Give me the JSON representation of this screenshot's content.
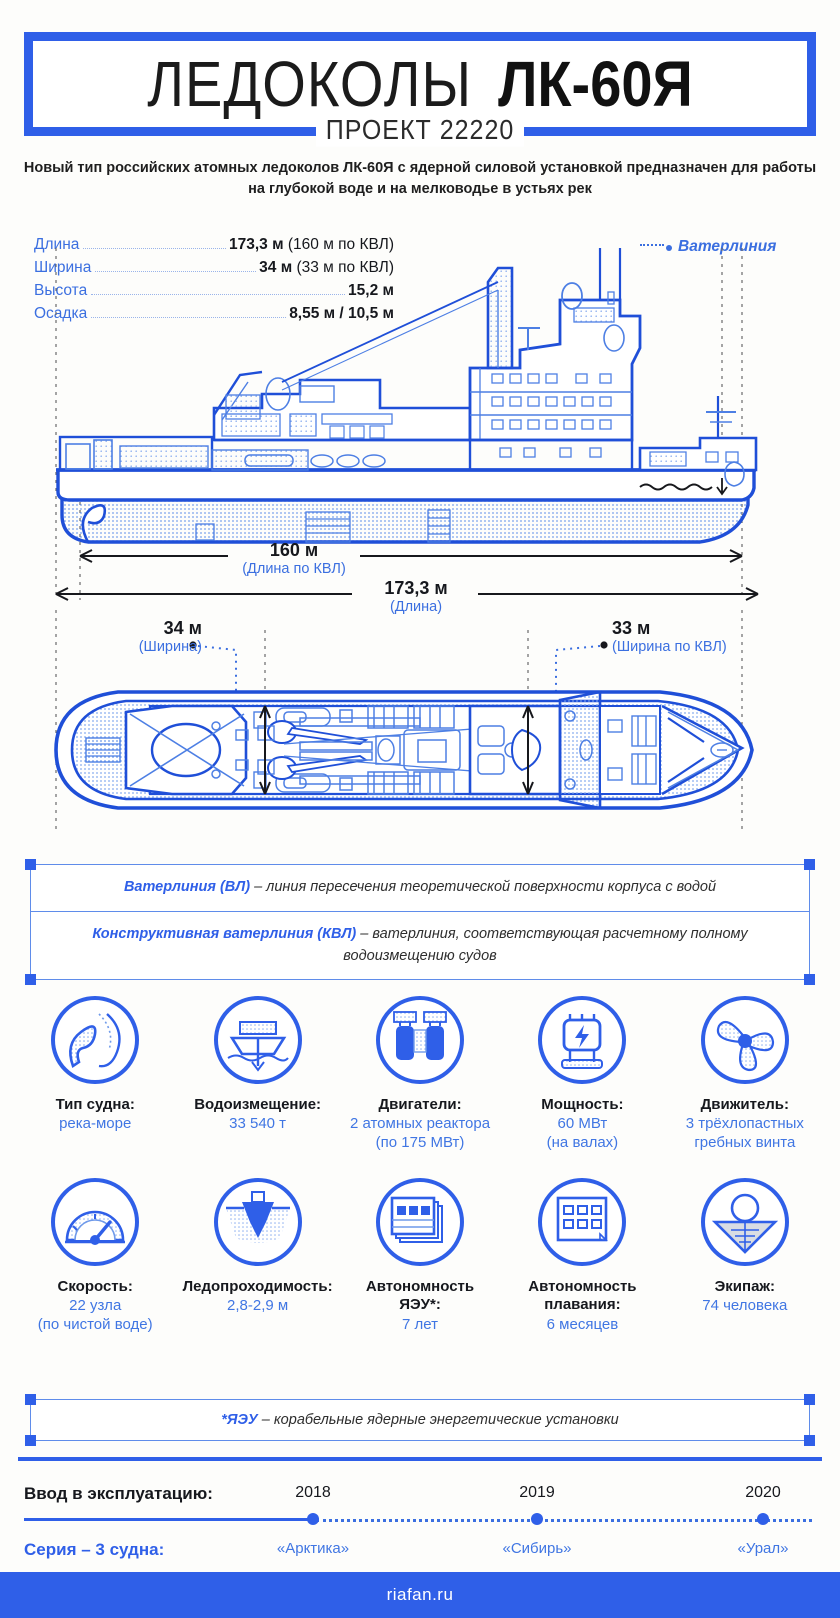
{
  "header": {
    "title_main": "ЛЕДОКОЛЫ",
    "title_model": "ЛК-60Я",
    "subtitle": "ПРОЕКТ 22220",
    "lead": "Новый тип российских атомных ледоколов ЛК-60Я с ядерной силовой установкой предназначен для работы на глубокой воде и на мелководье в устьях рек"
  },
  "specs": [
    {
      "name": "Длина",
      "value": "173,3 м",
      "paren": "(160 м по КВЛ)"
    },
    {
      "name": "Ширина",
      "value": "34 м",
      "paren": "(33 м по КВЛ)"
    },
    {
      "name": "Высота",
      "value": "15,2 м",
      "paren": ""
    },
    {
      "name": "Осадка",
      "value": "8,55 м / 10,5 м",
      "paren": ""
    }
  ],
  "waterline_label": "Ватерлиния",
  "dimensions": {
    "length_kvl": {
      "big": "160 м",
      "small": "(Длина по КВЛ)"
    },
    "length_total": {
      "big": "173,3 м",
      "small": "(Длина)"
    },
    "beam": {
      "big": "34 м",
      "small": "(Ширина)"
    },
    "beam_kvl": {
      "big": "33 м",
      "small": "(Ширина по КВЛ)"
    }
  },
  "definitions": [
    {
      "term": "Ватерлиния (ВЛ)",
      "text": " – линия пересечения теоретической поверхности корпуса с водой"
    },
    {
      "term": "Конструктивная ватерлиния (КВЛ)",
      "text": " – ватерлиния, соответствующая расчетному полному водоизмещению судов"
    }
  ],
  "icons_row1": [
    {
      "icon": "river-sea-route-icon",
      "title": "Тип судна:",
      "sub": "река-море"
    },
    {
      "icon": "ship-displacement-icon",
      "title": "Водоизмещение:",
      "sub": "33 540 т"
    },
    {
      "icon": "nuclear-reactor-icon",
      "title": "Двигатели:",
      "sub": "2 атомных реактора\n(по 175 МВт)"
    },
    {
      "icon": "power-bolt-icon",
      "title": "Мощность:",
      "sub": "60 МВт\n(на валах)"
    },
    {
      "icon": "propeller-icon",
      "title": "Движитель:",
      "sub": "3 трёхлопастных\nгребных винта"
    }
  ],
  "icons_row2": [
    {
      "icon": "speedometer-icon",
      "title": "Скорость:",
      "sub": "22 узла\n(по чистой воде)"
    },
    {
      "icon": "ice-breaking-icon",
      "title": "Ледопроходимость:",
      "sub": "2,8-2,9 м"
    },
    {
      "icon": "calendar-years-icon",
      "title": "Автономность\nЯЭУ*:",
      "sub": "7 лет"
    },
    {
      "icon": "calendar-months-icon",
      "title": "Автономность\nплавания:",
      "sub": "6 месяцев"
    },
    {
      "icon": "crew-person-icon",
      "title": "Экипаж:",
      "sub": "74 человека"
    }
  ],
  "footnote": {
    "term": "*ЯЭУ",
    "text": " – корабельные ядерные энергетические установки"
  },
  "timeline": {
    "label_top": "Ввод в эксплуатацию:",
    "label_bottom": "Серия – 3 судна:",
    "points": [
      {
        "year": "2018",
        "ship": "«Арктика»"
      },
      {
        "year": "2019",
        "ship": "«Сибирь»"
      },
      {
        "year": "2020",
        "ship": "«Урал»"
      }
    ]
  },
  "footer": {
    "site": "riafan.ru"
  },
  "colors": {
    "brand_blue": "#2f5fe8",
    "light_blue": "#4076e3",
    "ink": "#16181d",
    "page_bg": "#fdfdfb"
  }
}
